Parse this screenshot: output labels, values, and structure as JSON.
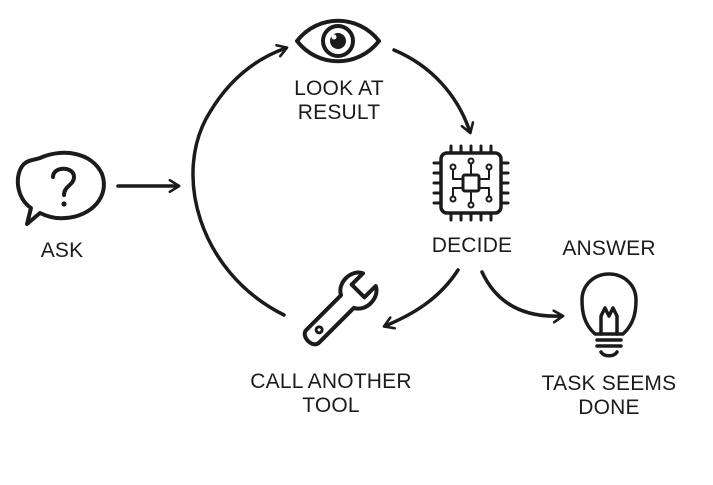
{
  "diagram": {
    "nodes": {
      "ask": {
        "label": "ASK",
        "icon": "question-speech-bubble-icon"
      },
      "look": {
        "label_lines": [
          "LOOK AT",
          "RESULT"
        ],
        "icon": "eye-icon"
      },
      "decide": {
        "label": "DECIDE",
        "icon": "processor-chip-icon"
      },
      "tool": {
        "label_lines": [
          "CALL ANOTHER",
          "TOOL"
        ],
        "icon": "wrench-icon"
      },
      "answer": {
        "label": "ANSWER",
        "caption_lines": [
          "TASK SEEMS",
          "DONE"
        ],
        "icon": "lightbulb-icon"
      }
    },
    "edges": [
      {
        "from": "ask",
        "to": "loop"
      },
      {
        "from": "tool",
        "to": "look"
      },
      {
        "from": "look",
        "to": "decide"
      },
      {
        "from": "decide",
        "to": "tool"
      },
      {
        "from": "decide",
        "to": "answer"
      }
    ],
    "colors": {
      "ink": "#1b1b1b",
      "background": "#ffffff"
    }
  }
}
